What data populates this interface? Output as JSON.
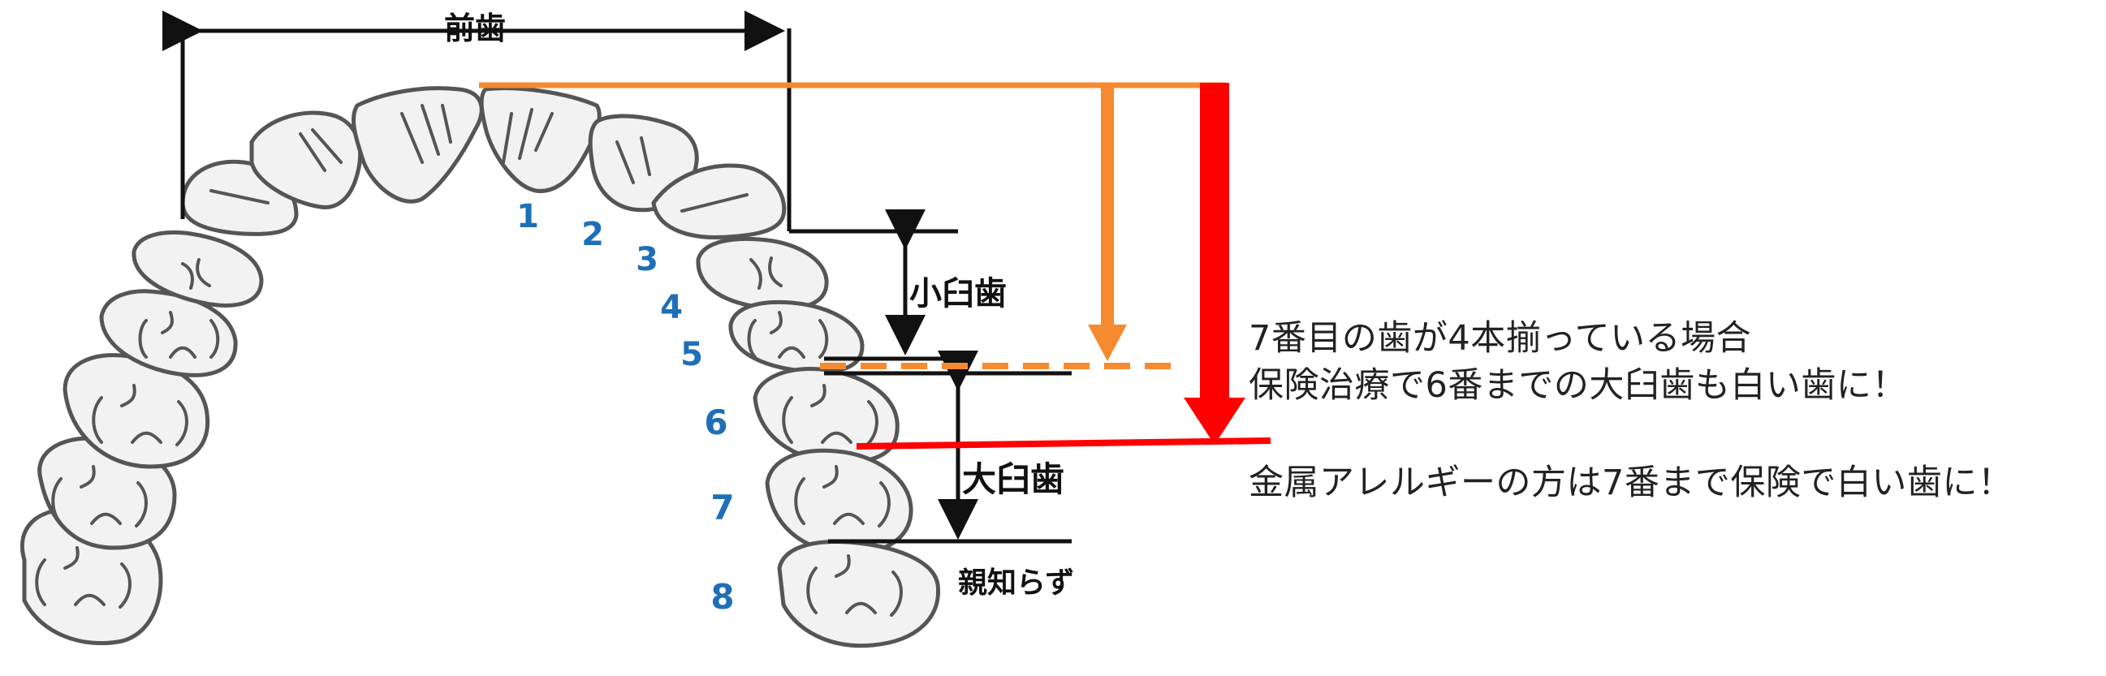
{
  "labels": {
    "anterior": "前歯",
    "premolar": "小臼歯",
    "molar": "大臼歯",
    "wisdom": "親知らず"
  },
  "tooth_numbers": [
    "1",
    "2",
    "3",
    "4",
    "5",
    "6",
    "7",
    "8"
  ],
  "notes": {
    "line1": "7番目の歯が4本揃っている場合",
    "line2": "保険治療で6番までの大臼歯も白い歯に！",
    "line3": "金属アレルギーの方は7番まで保険で白い歯に！"
  },
  "colors": {
    "orange": "#f58a2e",
    "red": "#ff0000",
    "number_blue": "#1f6fb7",
    "tooth_fill": "#f2f2f2",
    "tooth_stroke": "#555555"
  }
}
